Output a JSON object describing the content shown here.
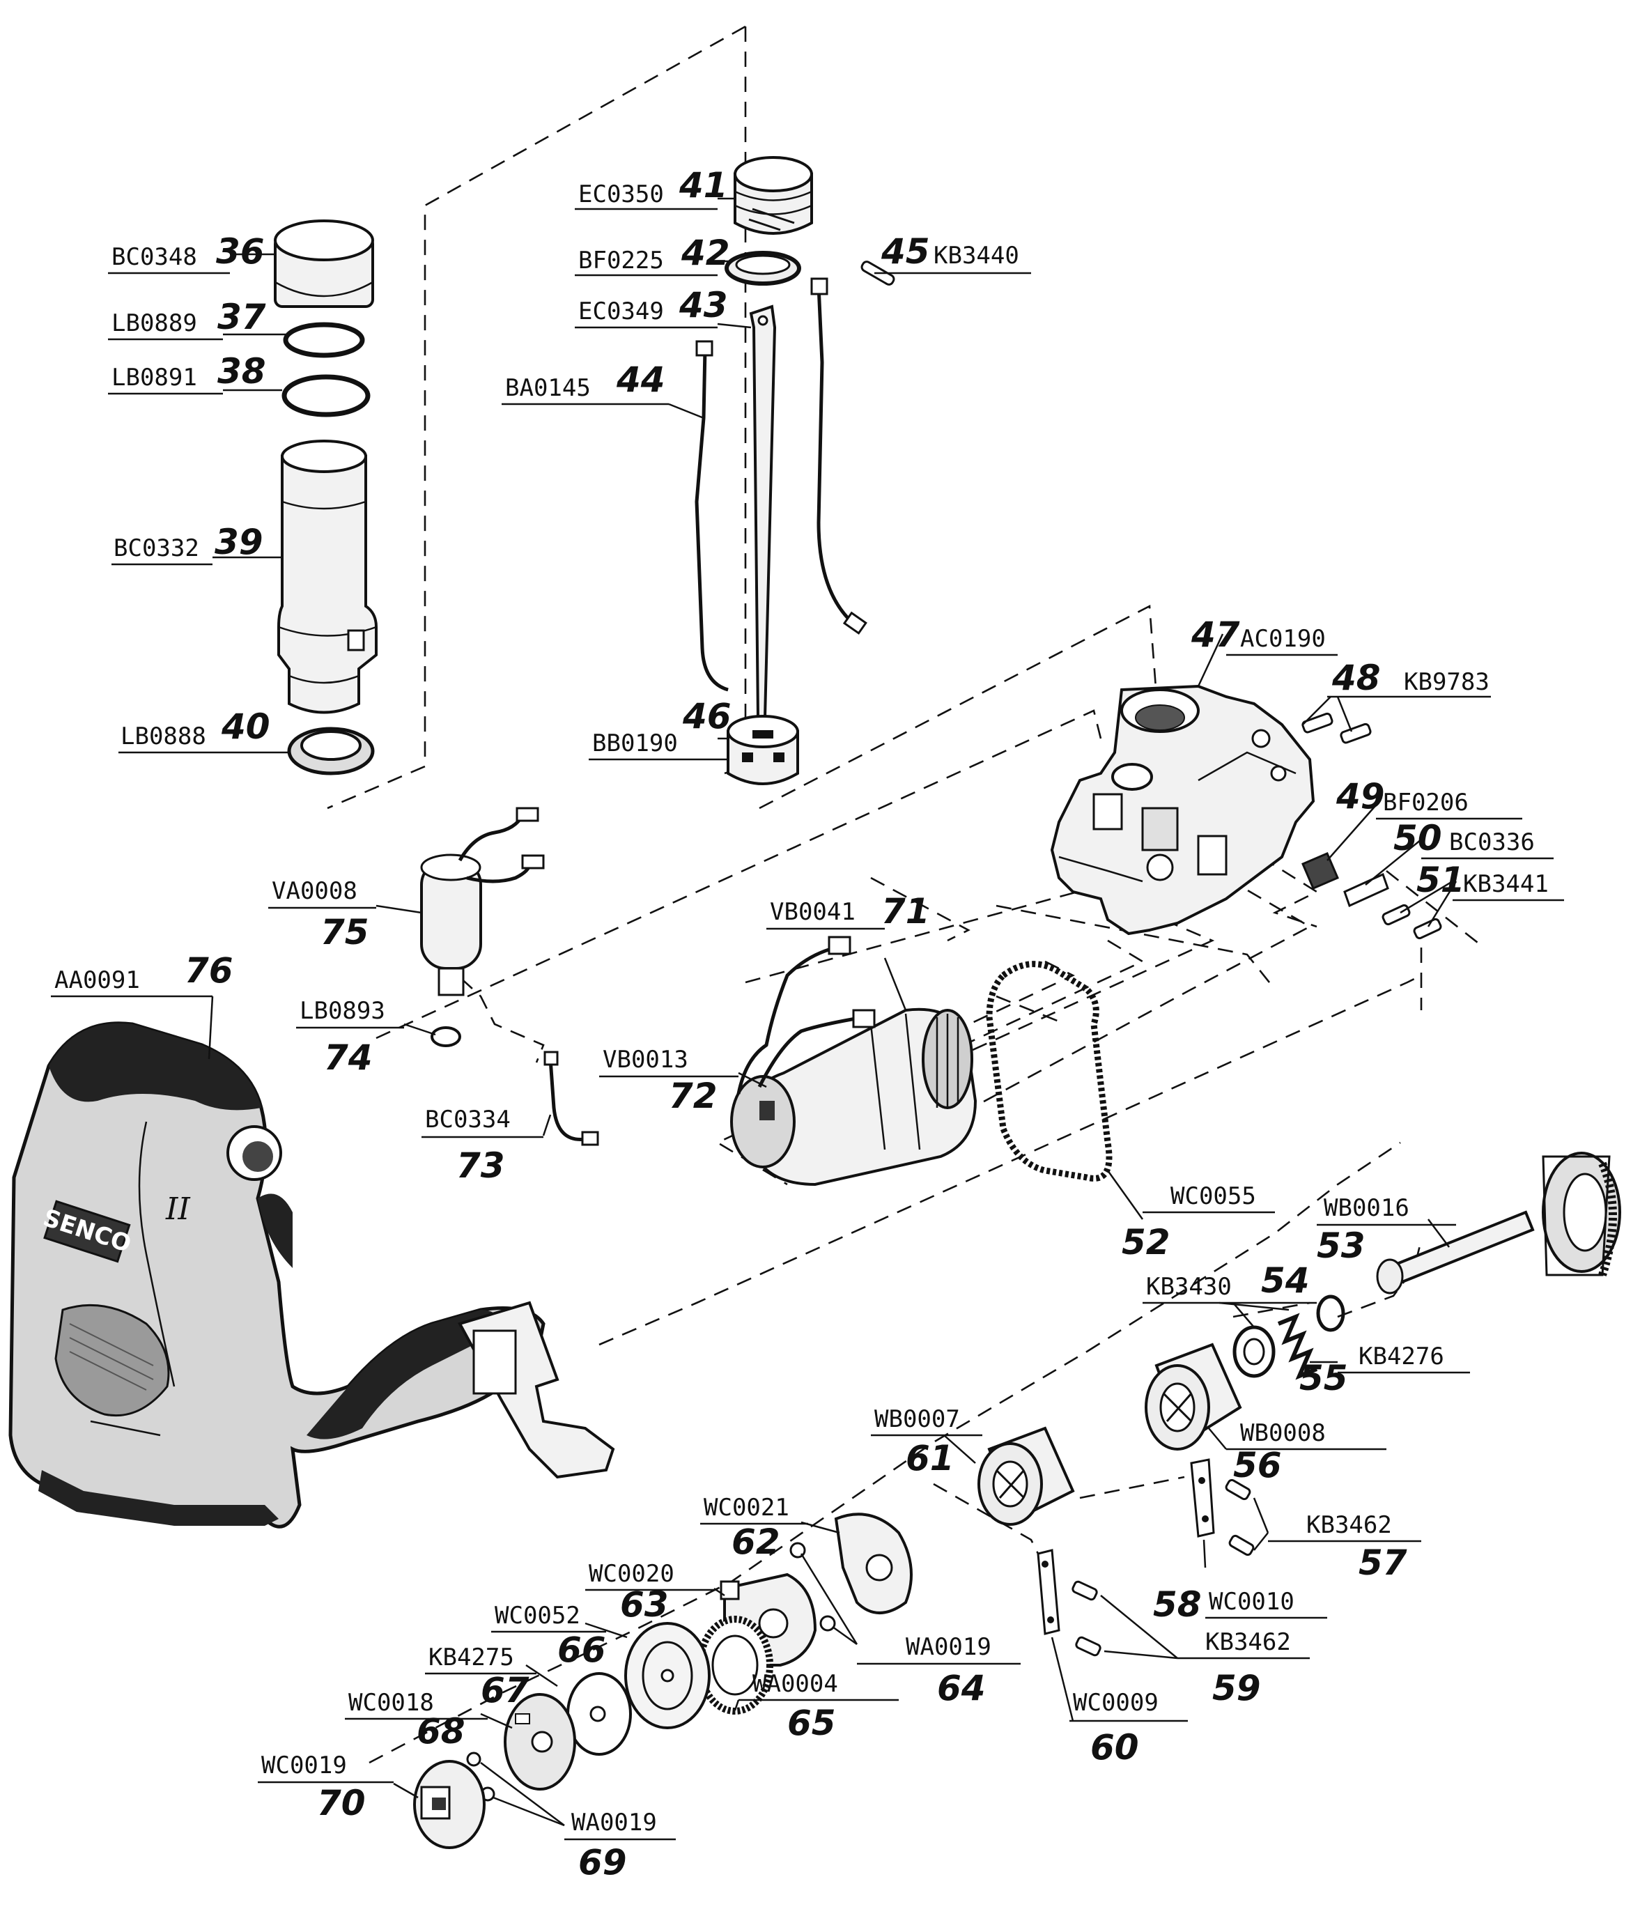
{
  "parts": [
    {
      "code": "BC0348",
      "num": "36"
    },
    {
      "code": "LB0889",
      "num": "37"
    },
    {
      "code": "LB0891",
      "num": "38"
    },
    {
      "code": "BC0332",
      "num": "39"
    },
    {
      "code": "LB0888",
      "num": "40"
    },
    {
      "code": "EC0350",
      "num": "41"
    },
    {
      "code": "BF0225",
      "num": "42"
    },
    {
      "code": "EC0349",
      "num": "43"
    },
    {
      "code": "BA0145",
      "num": "44"
    },
    {
      "code": "KB3440",
      "num": "45"
    },
    {
      "code": "BB0190",
      "num": "46"
    },
    {
      "code": "AC0190",
      "num": "47"
    },
    {
      "code": "KB9783",
      "num": "48"
    },
    {
      "code": "BF0206",
      "num": "49"
    },
    {
      "code": "BC0336",
      "num": "50"
    },
    {
      "code": "KB3441",
      "num": "51"
    },
    {
      "code": "WC0055",
      "num": "52"
    },
    {
      "code": "WB0016",
      "num": "53"
    },
    {
      "code": "KB3430",
      "num": "54"
    },
    {
      "code": "KB4276",
      "num": "55"
    },
    {
      "code": "WB0008",
      "num": "56"
    },
    {
      "code": "KB3462",
      "num": "57"
    },
    {
      "code": "WC0010",
      "num": "58"
    },
    {
      "code": "KB3462",
      "num": "59"
    },
    {
      "code": "WC0009",
      "num": "60"
    },
    {
      "code": "WB0007",
      "num": "61"
    },
    {
      "code": "WC0021",
      "num": "62"
    },
    {
      "code": "WC0020",
      "num": "63"
    },
    {
      "code": "WA0019",
      "num": "64"
    },
    {
      "code": "WA0004",
      "num": "65"
    },
    {
      "code": "WC0052",
      "num": "66"
    },
    {
      "code": "KB4275",
      "num": "67"
    },
    {
      "code": "WC0018",
      "num": "68"
    },
    {
      "code": "WA0019",
      "num": "69"
    },
    {
      "code": "WC0019",
      "num": "70"
    },
    {
      "code": "VB0041",
      "num": "71"
    },
    {
      "code": "VB0013",
      "num": "72"
    },
    {
      "code": "BC0334",
      "num": "73"
    },
    {
      "code": "LB0893",
      "num": "74"
    },
    {
      "code": "VA0008",
      "num": "75"
    },
    {
      "code": "AA0091",
      "num": "76"
    }
  ],
  "housing": {
    "brand": "SENCO",
    "mark": "II"
  }
}
